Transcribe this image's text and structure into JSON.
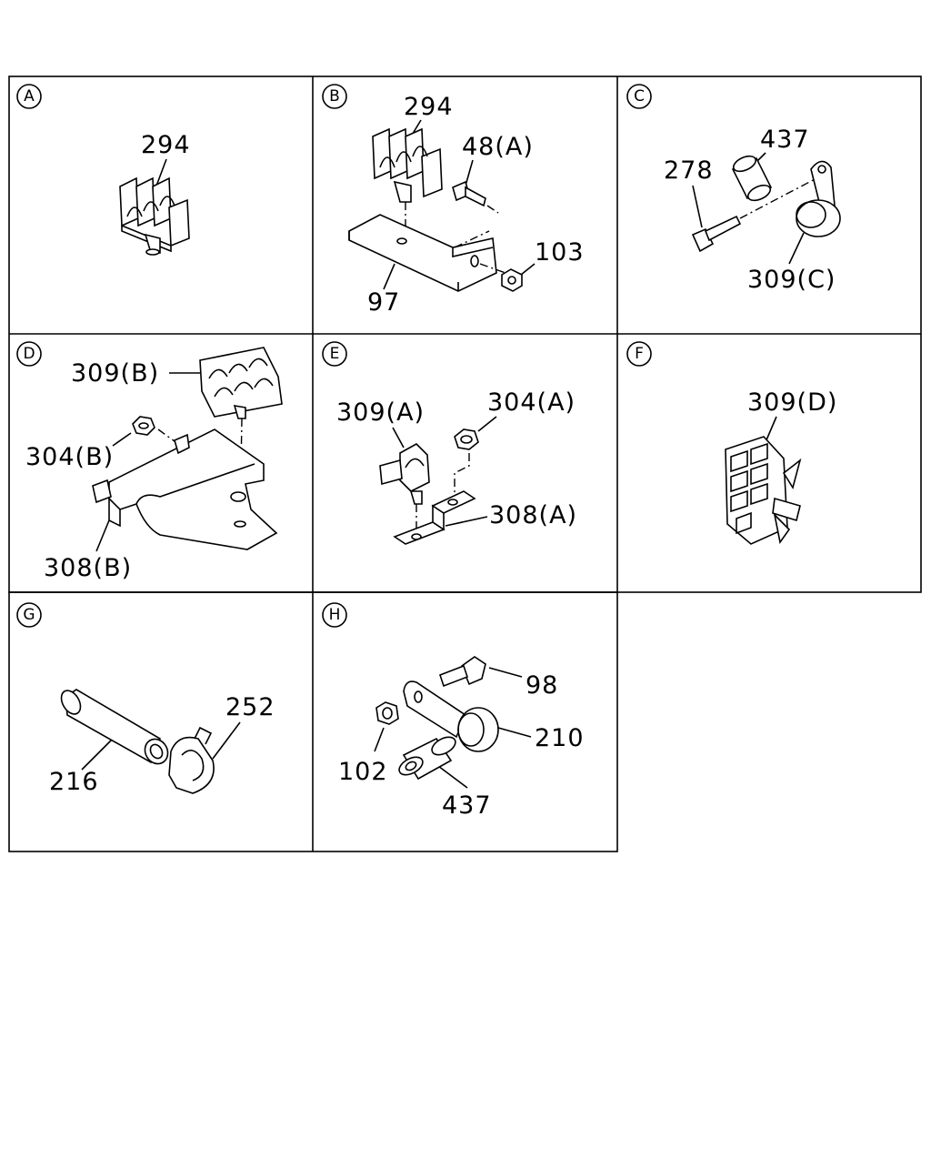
{
  "panels": [
    {
      "letter": "A",
      "labels": [
        "294"
      ]
    },
    {
      "letter": "B",
      "labels": [
        "294",
        "48(A)",
        "103",
        "97"
      ]
    },
    {
      "letter": "C",
      "labels": [
        "437",
        "278",
        "309(C)"
      ]
    },
    {
      "letter": "D",
      "labels": [
        "309(B)",
        "304(B)",
        "308(B)"
      ]
    },
    {
      "letter": "E",
      "labels": [
        "309(A)",
        "304(A)",
        "308(A)"
      ]
    },
    {
      "letter": "F",
      "labels": [
        "309(D)"
      ]
    },
    {
      "letter": "G",
      "labels": [
        "252",
        "216"
      ]
    },
    {
      "letter": "H",
      "labels": [
        "98",
        "210",
        "102",
        "437"
      ]
    }
  ]
}
